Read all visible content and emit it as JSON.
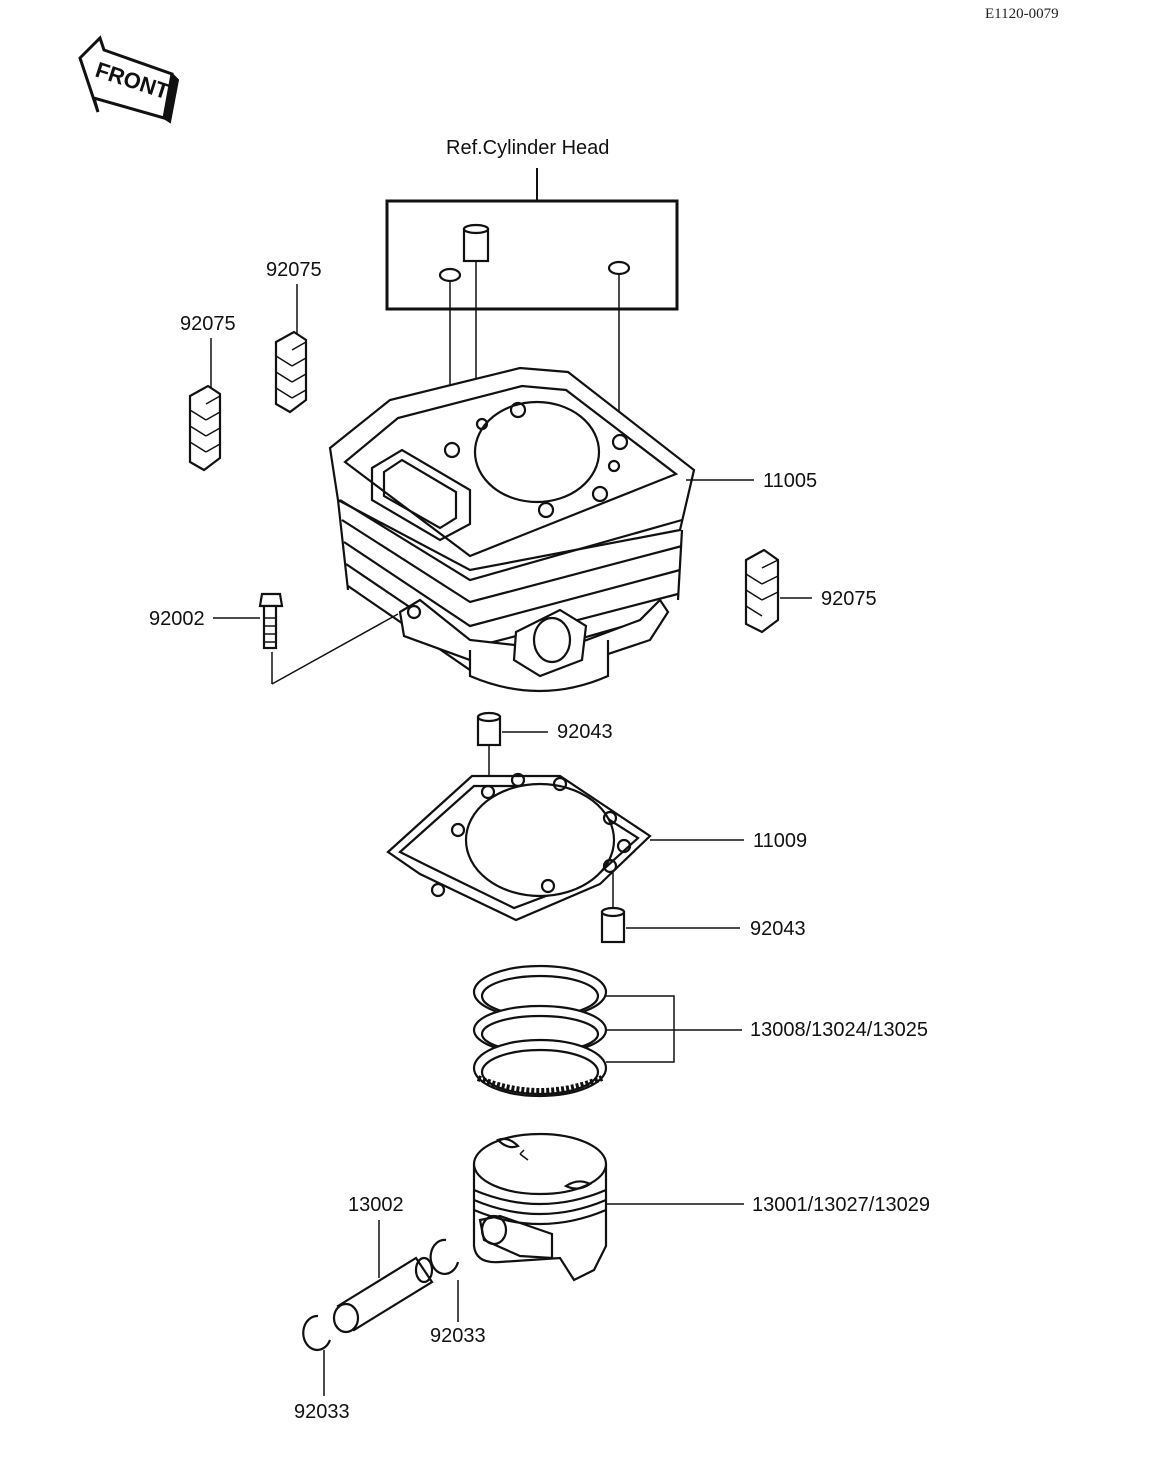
{
  "drawing_code": "E1120-0079",
  "front_tag": "FRONT",
  "ref_label": "Ref.Cylinder Head",
  "callouts": {
    "cyl_head_stud_left": "92075",
    "cyl_head_stud_left2": "92075",
    "rubber_right": "92075",
    "cylinder": "11005",
    "bolt": "92002",
    "dowel_top": "92043",
    "gasket": "11009",
    "dowel_bottom": "92043",
    "rings": "13008/13024/13025",
    "piston": "13001/13027/13029",
    "pin": "13002",
    "clip_right": "92033",
    "clip_left": "92033"
  }
}
